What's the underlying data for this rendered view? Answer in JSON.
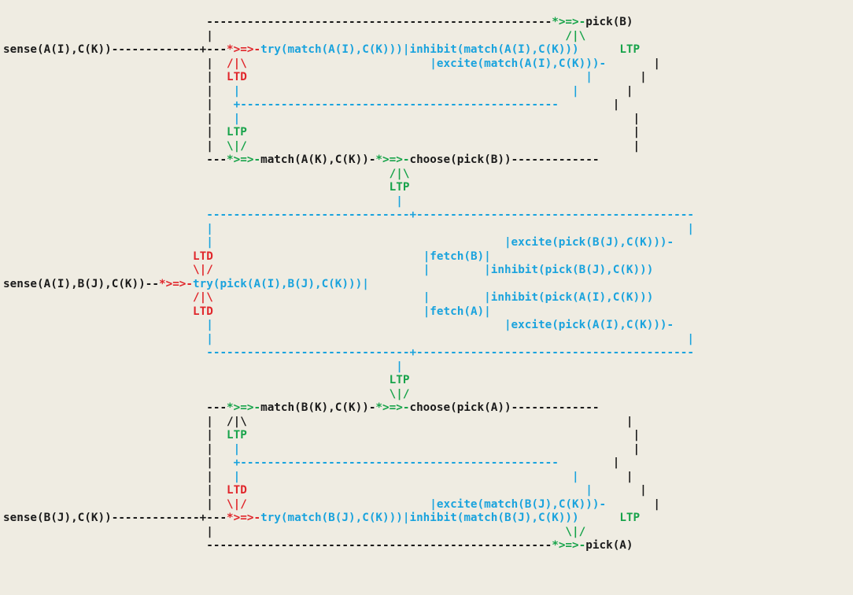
{
  "palette": {
    "k": "#1a1a1a",
    "b": "#1aa3dd",
    "r": "#e0262b",
    "g": "#17a34a",
    "background": "#efece2"
  },
  "diagram": {
    "lines": [
      [
        [
          "k",
          "                              ---------------------------------------------------"
        ],
        [
          "g",
          "*>=>-"
        ],
        [
          "k",
          "pick(B)"
        ]
      ],
      [
        [
          "k",
          "                              |                                                    "
        ],
        [
          "g",
          "/|\\"
        ]
      ],
      [
        [
          "k",
          "sense(A(I),C(K))-------------+---"
        ],
        [
          "r",
          "*>=>-"
        ],
        [
          "b",
          "try(match(A(I),C(K)))|inhibit(match(A(I),C(K)))"
        ],
        [
          "k",
          "      "
        ],
        [
          "g",
          "LTP"
        ]
      ],
      [
        [
          "k",
          "                              |  "
        ],
        [
          "r",
          "/|\\"
        ],
        [
          "k",
          "                           "
        ],
        [
          "b",
          "|excite(match(A(I),C(K)))-"
        ],
        [
          "k",
          "       |"
        ]
      ],
      [
        [
          "k",
          "                              |  "
        ],
        [
          "r",
          "LTD"
        ],
        [
          "k",
          "                                                  "
        ],
        [
          "b",
          "|"
        ],
        [
          "k",
          "       |"
        ]
      ],
      [
        [
          "k",
          "                              |   "
        ],
        [
          "b",
          "|"
        ],
        [
          "k",
          "                                                 "
        ],
        [
          "b",
          "|"
        ],
        [
          "k",
          "       |"
        ]
      ],
      [
        [
          "k",
          "                              |   "
        ],
        [
          "b",
          "+-----------------------------------------------"
        ],
        [
          "k",
          "        |"
        ]
      ],
      [
        [
          "k",
          "                              |   "
        ],
        [
          "b",
          "|"
        ],
        [
          "k",
          "                                                          |"
        ]
      ],
      [
        [
          "k",
          "                              |  "
        ],
        [
          "g",
          "LTP"
        ],
        [
          "k",
          "                                                         |"
        ]
      ],
      [
        [
          "k",
          "                              |  "
        ],
        [
          "g",
          "\\|/"
        ],
        [
          "k",
          "                                                         |"
        ]
      ],
      [
        [
          "k",
          "                              ---"
        ],
        [
          "g",
          "*>=>-"
        ],
        [
          "k",
          "match(A(K),C(K))-"
        ],
        [
          "g",
          "*>=>-"
        ],
        [
          "k",
          "choose(pick(B))-------------"
        ]
      ],
      [
        [
          "k",
          "                                                         "
        ],
        [
          "g",
          "/|\\"
        ]
      ],
      [
        [
          "k",
          "                                                         "
        ],
        [
          "g",
          "LTP"
        ]
      ],
      [
        [
          "k",
          "                                                          "
        ],
        [
          "b",
          "|"
        ]
      ],
      [
        [
          "b",
          "                              ------------------------------+-----------------------------------------"
        ]
      ],
      [
        [
          "b",
          "                              |                                                                      |"
        ]
      ],
      [
        [
          "b",
          "                              |                                           |excite(pick(B(J),C(K)))-"
        ]
      ],
      [
        [
          "k",
          "                            "
        ],
        [
          "r",
          "LTD"
        ],
        [
          "k",
          "                               "
        ],
        [
          "b",
          "|fetch(B)|"
        ]
      ],
      [
        [
          "k",
          "                            "
        ],
        [
          "r",
          "\\|/"
        ],
        [
          "k",
          "                               "
        ],
        [
          "b",
          "|        |inhibit(pick(B(J),C(K)))"
        ]
      ],
      [
        [
          "k",
          "sense(A(I),B(J),C(K))--"
        ],
        [
          "r",
          "*>=>-"
        ],
        [
          "b",
          "try(pick(A(I),B(J),C(K)))|"
        ]
      ],
      [
        [
          "k",
          "                            "
        ],
        [
          "r",
          "/|\\"
        ],
        [
          "k",
          "                               "
        ],
        [
          "b",
          "|        |inhibit(pick(A(I),C(K)))"
        ]
      ],
      [
        [
          "k",
          "                            "
        ],
        [
          "r",
          "LTD"
        ],
        [
          "k",
          "                               "
        ],
        [
          "b",
          "|fetch(A)|"
        ]
      ],
      [
        [
          "b",
          "                              |                                           |excite(pick(A(I),C(K)))-"
        ]
      ],
      [
        [
          "b",
          "                              |                                                                      |"
        ]
      ],
      [
        [
          "b",
          "                              ------------------------------+-----------------------------------------"
        ]
      ],
      [
        [
          "k",
          "                                                          "
        ],
        [
          "b",
          "|"
        ]
      ],
      [
        [
          "k",
          "                                                         "
        ],
        [
          "g",
          "LTP"
        ]
      ],
      [
        [
          "k",
          "                                                         "
        ],
        [
          "g",
          "\\|/"
        ]
      ],
      [
        [
          "k",
          "                              ---"
        ],
        [
          "g",
          "*>=>-"
        ],
        [
          "k",
          "match(B(K),C(K))-"
        ],
        [
          "g",
          "*>=>-"
        ],
        [
          "k",
          "choose(pick(A))-------------"
        ]
      ],
      [
        [
          "k",
          "                              |  /|\\                                                        |"
        ]
      ],
      [
        [
          "k",
          "                              |  "
        ],
        [
          "g",
          "LTP"
        ],
        [
          "k",
          "                                                         |"
        ]
      ],
      [
        [
          "k",
          "                              |   "
        ],
        [
          "b",
          "|"
        ],
        [
          "k",
          "                                                          |"
        ]
      ],
      [
        [
          "k",
          "                              |   "
        ],
        [
          "b",
          "+-----------------------------------------------"
        ],
        [
          "k",
          "        |"
        ]
      ],
      [
        [
          "k",
          "                              |   "
        ],
        [
          "b",
          "|"
        ],
        [
          "k",
          "                                                 "
        ],
        [
          "b",
          "|"
        ],
        [
          "k",
          "       |"
        ]
      ],
      [
        [
          "k",
          "                              |  "
        ],
        [
          "r",
          "LTD"
        ],
        [
          "k",
          "                                                  "
        ],
        [
          "b",
          "|"
        ],
        [
          "k",
          "       |"
        ]
      ],
      [
        [
          "k",
          "                              |  "
        ],
        [
          "r",
          "\\|/"
        ],
        [
          "k",
          "                           "
        ],
        [
          "b",
          "|excite(match(B(J),C(K)))-"
        ],
        [
          "k",
          "       |"
        ]
      ],
      [
        [
          "k",
          "sense(B(J),C(K))-------------+---"
        ],
        [
          "r",
          "*>=>-"
        ],
        [
          "b",
          "try(match(B(J),C(K)))|inhibit(match(B(J),C(K)))"
        ],
        [
          "k",
          "      "
        ],
        [
          "g",
          "LTP"
        ]
      ],
      [
        [
          "k",
          "                              |                                                    "
        ],
        [
          "g",
          "\\|/"
        ]
      ],
      [
        [
          "k",
          "                              ---------------------------------------------------"
        ],
        [
          "g",
          "*>=>-"
        ],
        [
          "k",
          "pick(A)"
        ]
      ]
    ]
  }
}
